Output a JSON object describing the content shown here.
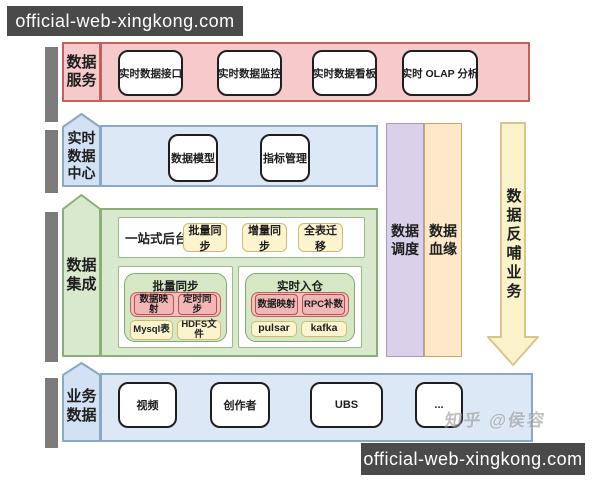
{
  "watermarks": {
    "top": "official-web-xingkong.com",
    "bottom": "official-web-xingkong.com",
    "author": "知乎 @侯容"
  },
  "layers": {
    "data_services": {
      "label": "数据服务",
      "boxes": [
        "实时数据接口",
        "实时数据监控",
        "实时数据看板",
        "实时 OLAP 分析"
      ]
    },
    "realtime_data_center": {
      "label": "实时数据中心",
      "boxes": [
        "数据模型",
        "指标管理"
      ]
    },
    "data_integration": {
      "label": "数据集成",
      "backend_row": {
        "title": "一站式后台",
        "boxes": [
          "批量同步",
          "增量同步",
          "全表迁移"
        ]
      },
      "batch_sync": {
        "title": "批量同步",
        "pink_boxes": [
          "数据映射",
          "定时同步"
        ],
        "yellow_boxes": [
          "Mysql表",
          "HDFS文件"
        ]
      },
      "realtime_ingest": {
        "title": "实时入仓",
        "pink_boxes": [
          "数据映射",
          "RPC补数"
        ],
        "yellow_boxes": [
          "pulsar",
          "kafka"
        ]
      }
    },
    "business_data": {
      "label": "业务数据",
      "boxes": [
        "视频",
        "创作者",
        "UBS",
        "..."
      ]
    },
    "side_columns": {
      "scheduling": "数据调度",
      "lineage": "数据血缘"
    },
    "feedback_arrow": "数据反哺业务"
  },
  "colors": {
    "services_fill": "#f6caca",
    "services_border": "#c4605c",
    "blue_fill": "#dce8f6",
    "blue_border": "#8aa7c4",
    "green_fill": "#d9e9ce",
    "green_border": "#8ab077",
    "yellow_fill": "#fcf3cf",
    "yellow_border": "#cbbc72",
    "pink_fill": "#f1b6b6",
    "pink_border": "#b94f4f",
    "purple_fill": "#d9d1e9",
    "cream_fill": "#fde9c9",
    "arrow_fill": "#faf2ca",
    "watermark_bg": "#4a4a4a"
  }
}
